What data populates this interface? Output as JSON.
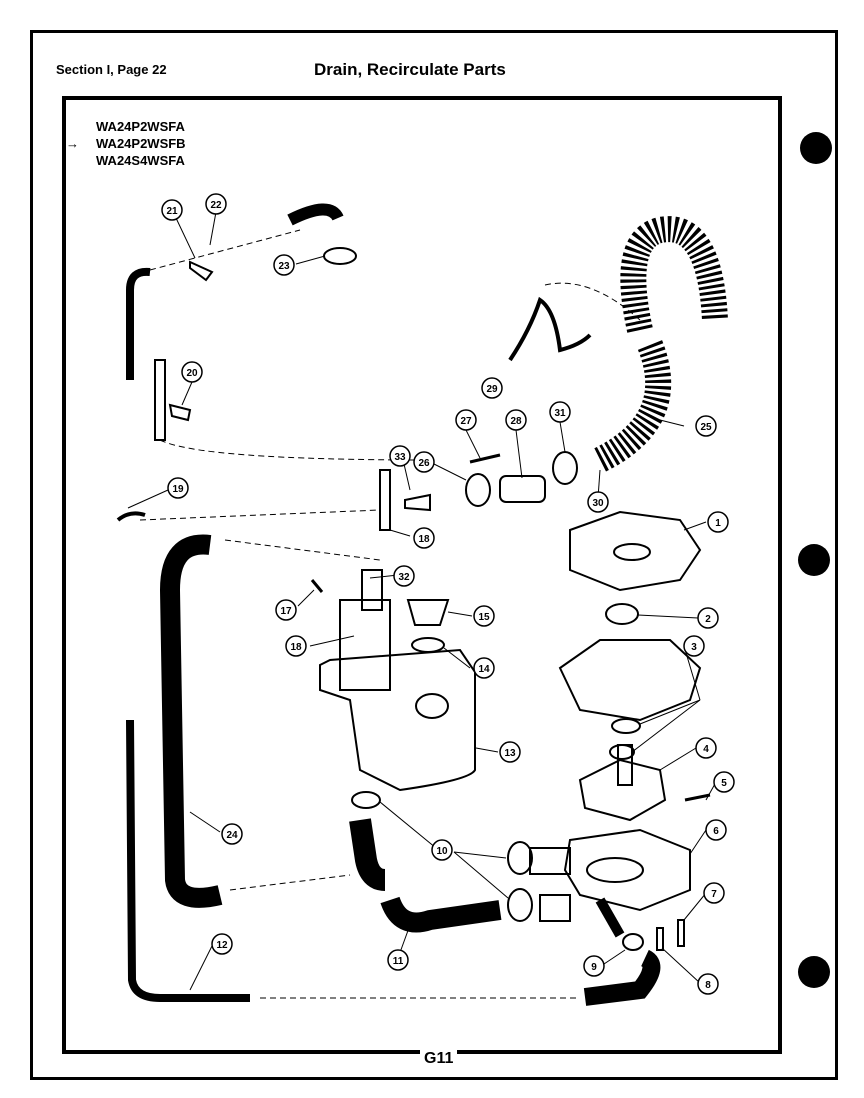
{
  "header": {
    "section_label": "Section I, Page 22",
    "title": "Drain, Recirculate Parts"
  },
  "models": [
    "WA24P2WSFA",
    "WA24P2WSFB",
    "WA24S4WSFA"
  ],
  "footer": {
    "page_code": "G11"
  },
  "callouts": [
    {
      "id": "c21",
      "label": "21"
    },
    {
      "id": "c22",
      "label": "22"
    },
    {
      "id": "c23",
      "label": "23"
    },
    {
      "id": "c20",
      "label": "20"
    },
    {
      "id": "c29",
      "label": "29"
    },
    {
      "id": "c25",
      "label": "25"
    },
    {
      "id": "c27",
      "label": "27"
    },
    {
      "id": "c28",
      "label": "28"
    },
    {
      "id": "c31",
      "label": "31"
    },
    {
      "id": "c33",
      "label": "33"
    },
    {
      "id": "c26",
      "label": "26"
    },
    {
      "id": "c30",
      "label": "30"
    },
    {
      "id": "c19",
      "label": "19"
    },
    {
      "id": "c18a",
      "label": "18"
    },
    {
      "id": "c1",
      "label": "1"
    },
    {
      "id": "c32",
      "label": "32"
    },
    {
      "id": "c17",
      "label": "17"
    },
    {
      "id": "c15",
      "label": "15"
    },
    {
      "id": "c2",
      "label": "2"
    },
    {
      "id": "c18b",
      "label": "18"
    },
    {
      "id": "c14",
      "label": "14"
    },
    {
      "id": "c3",
      "label": "3"
    },
    {
      "id": "c13",
      "label": "13"
    },
    {
      "id": "c4",
      "label": "4"
    },
    {
      "id": "c5",
      "label": "5"
    },
    {
      "id": "c24",
      "label": "24"
    },
    {
      "id": "c10",
      "label": "10"
    },
    {
      "id": "c6",
      "label": "6"
    },
    {
      "id": "c7",
      "label": "7"
    },
    {
      "id": "c12",
      "label": "12"
    },
    {
      "id": "c11",
      "label": "11"
    },
    {
      "id": "c9",
      "label": "9"
    },
    {
      "id": "c8",
      "label": "8"
    }
  ]
}
